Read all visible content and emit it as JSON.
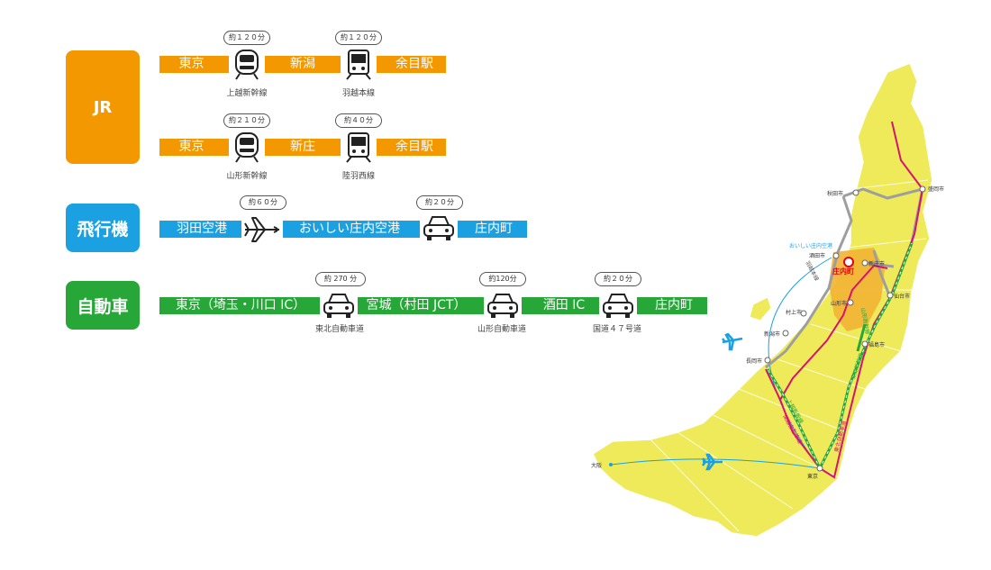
{
  "categories": {
    "jr": "JR",
    "air": "飛行機",
    "car": "自動車"
  },
  "jr_route1": {
    "stations": [
      "東京",
      "新潟",
      "余目駅"
    ],
    "times": [
      "約１２０分",
      "約１２０分"
    ],
    "lines": [
      "上越新幹線",
      "羽越本線"
    ]
  },
  "jr_route2": {
    "stations": [
      "東京",
      "新庄",
      "余目駅"
    ],
    "times": [
      "約２１０分",
      "約４０分"
    ],
    "lines": [
      "山形新幹線",
      "陸羽西線"
    ]
  },
  "air_route": {
    "stations": [
      "羽田空港",
      "おいしい庄内空港",
      "庄内町"
    ],
    "times": [
      "約６０分",
      "約２０分"
    ]
  },
  "car_route": {
    "stations": [
      "東京（埼玉・川口 IC）",
      "宮城（村田 JCT）",
      "酒田 IC",
      "庄内町"
    ],
    "times": [
      "約 270 分",
      "約120分",
      "約２０分"
    ],
    "roads": [
      "東北自動車道",
      "山形自動車道",
      "国道４７号道"
    ]
  },
  "map": {
    "cities": {
      "morioka": "盛岡市",
      "akita": "秋田市",
      "airport": "おいしい庄内空港",
      "sakata": "酒田市",
      "shonai": "庄内町",
      "shinjo": "新庄市",
      "yamagata": "山形市",
      "sendai": "仙台市",
      "murakami": "村上市",
      "niigata": "新潟市",
      "nagaoka": "長岡市",
      "fukushima": "福島市",
      "tokyo": "東京",
      "osaka": "大阪"
    },
    "lines": {
      "uetsu": "羽越本線",
      "yamagata_shinkansen": "山形新幹線",
      "joetsu_shinkansen": "上越新幹線",
      "kanetsu": "関越自動車道",
      "tohoku_shinkansen": "東北新幹線",
      "tohoku_expressway": "東北自動車道"
    }
  },
  "colors": {
    "jr": "#F39800",
    "air": "#1BA1E2",
    "car": "#27A738",
    "land": "#EEEA5A",
    "shonai_area": "#F2B233",
    "rail": "#9E9E9E",
    "highway": "#D6136F",
    "shinkansen": "#27A738"
  }
}
